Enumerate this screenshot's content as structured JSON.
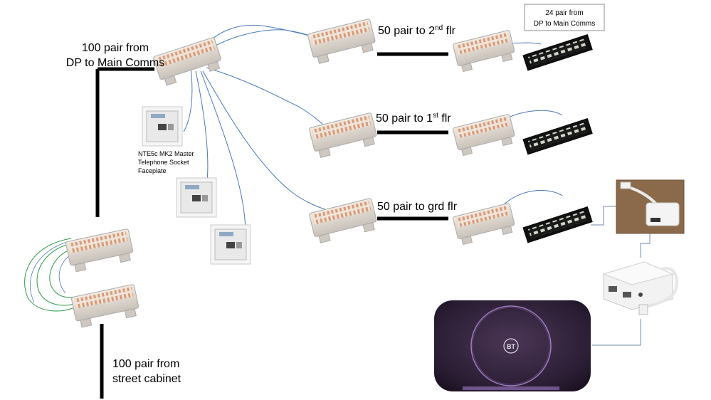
{
  "labels": {
    "dp_line1": "100 pair from",
    "dp_line2": "DP to Main Comms",
    "street_line1": "100 pair from",
    "street_line2": "street cabinet",
    "floor2_text": "50 pair to 2",
    "floor2_sup": "nd",
    "floor2_end": " flr",
    "floor1_text": "50 pair to 1",
    "floor1_sup": "st",
    "floor1_end": " flr",
    "floorg_text": "50 pair to grd flr",
    "socket_line1": "NTE5c MK2 Master",
    "socket_line2": "Telephone Socket",
    "socket_line3": "Faceplate",
    "box_line1": "24 pair from",
    "box_line2": "DP to Main Comms",
    "router_logo": "BT"
  },
  "colors": {
    "blue_cable": "#4a78b8",
    "green_cable": "#2e9a4a",
    "thick_line": "#000000",
    "router_body": "#3b2a45",
    "router_glow": "#b48bd6"
  }
}
